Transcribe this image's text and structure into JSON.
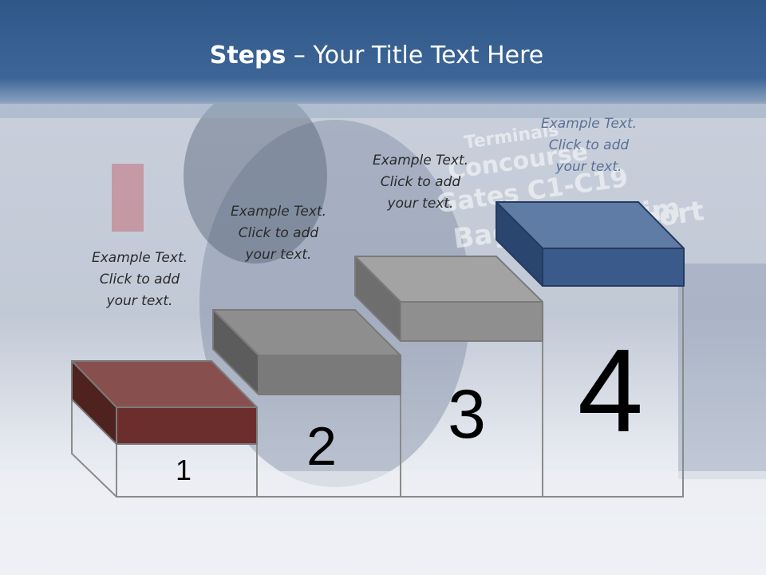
{
  "slide": {
    "title_bold": "Steps",
    "title_rest": " – Your Title Text Here"
  },
  "steps": [
    {
      "number": "1",
      "line1": "Example Text.",
      "line2": "Click  to add",
      "line3": "your text.",
      "color": "#6b2e2c"
    },
    {
      "number": "2",
      "line1": "Example Text.",
      "line2": "Click  to add",
      "line3": "your text.",
      "color": "#8a8a8a"
    },
    {
      "number": "3",
      "line1": "Example Text.",
      "line2": "Click  to add",
      "line3": "your text.",
      "color": "#909090"
    },
    {
      "number": "4",
      "line1": "Example Text.",
      "line2": "Click  to add",
      "line3": "your text.",
      "color": "#3a5a8c"
    }
  ],
  "background_sign": {
    "line1": "Terminals",
    "line2": "Concourse",
    "line3": "Gates  C1-C19",
    "line4": "Baggage Claim",
    "line5": "Airport"
  }
}
